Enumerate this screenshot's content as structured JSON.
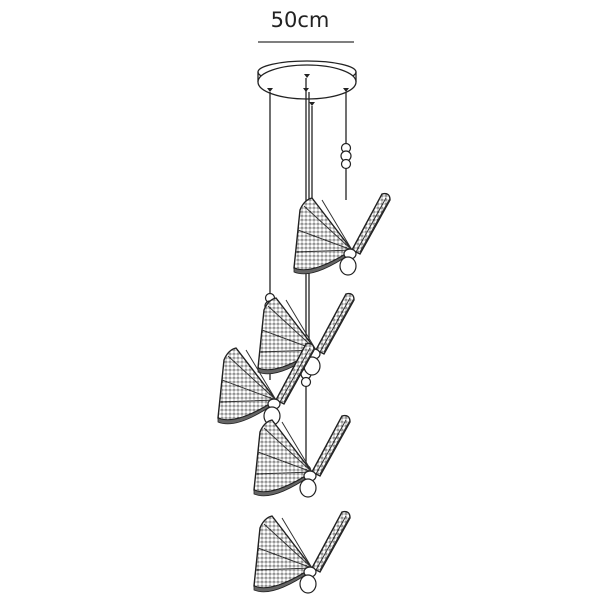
{
  "diagram": {
    "dimension_label": "50cm",
    "subject": "butterfly pendant chandelier",
    "canopy": "round ceiling canopy",
    "pendant_count": 5,
    "colors": {
      "line": "#222222",
      "wing_shade": "#666666",
      "background": "#ffffff"
    }
  }
}
